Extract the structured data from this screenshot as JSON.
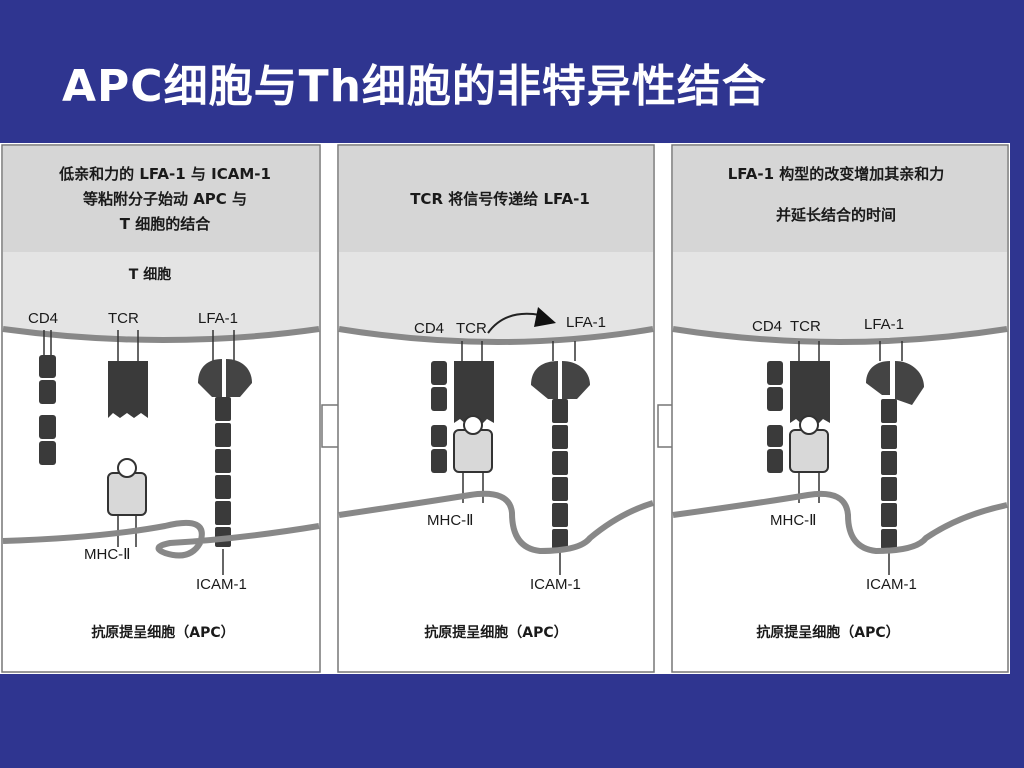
{
  "slide": {
    "title": "APC细胞与Th细胞的非特异性结合"
  },
  "panels": [
    {
      "header_lines": [
        "低亲和力的 LFA-1 与 ICAM-1",
        "等粘附分子始动 APC 与",
        "T 细胞的结合"
      ],
      "cell_label": "T 细胞",
      "labels": {
        "cd4": "CD4",
        "tcr": "TCR",
        "lfa1": "LFA-1",
        "mhc": "MHC-Ⅱ",
        "icam": "ICAM-1"
      },
      "apc_label": "抗原提呈细胞（APC）"
    },
    {
      "header_lines": [
        "TCR 将信号传递给 LFA-1"
      ],
      "labels": {
        "cd4": "CD4",
        "tcr": "TCR",
        "lfa1": "LFA-1",
        "mhc": "MHC-Ⅱ",
        "icam": "ICAM-1"
      },
      "apc_label": "抗原提呈细胞（APC）"
    },
    {
      "header_lines": [
        "LFA-1 构型的改变增加其亲和力",
        "并延长结合的时间"
      ],
      "labels": {
        "cd4": "CD4",
        "tcr": "TCR",
        "lfa1": "LFA-1",
        "mhc": "MHC-Ⅱ",
        "icam": "ICAM-1"
      },
      "apc_label": "抗原提呈细胞（APC）"
    }
  ],
  "colors": {
    "background": "#2f3590",
    "header_band": "#d6d6d6",
    "tcell": "#e4e4e4",
    "membrane": "#888888",
    "molecule_dark": "#3a3a3a",
    "molecule_light": "#d8d8d8"
  },
  "icons": {
    "step_arrow": "right-chevron-arrow"
  }
}
